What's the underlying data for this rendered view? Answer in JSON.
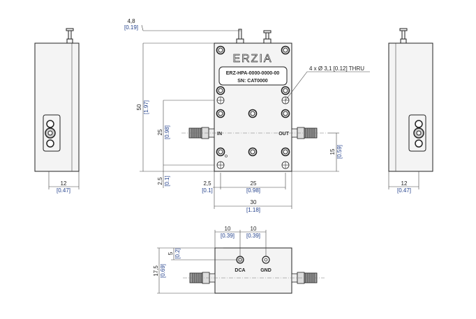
{
  "brand": "ERZIA",
  "label_plate": {
    "part_number": "ERZ-HPA-0000-0000-00",
    "serial": "SN: CAT0000"
  },
  "ports": {
    "input": "IN",
    "output": "OUT",
    "dc": "DCA",
    "ground": "GND"
  },
  "callouts": {
    "holes": "4 x Ø 3,1 [0.12] THRU"
  },
  "dimensions": {
    "conn_height": {
      "mm": "4,8",
      "in": "[0.19]"
    },
    "height": {
      "mm": "50",
      "in": "[1.97]"
    },
    "hole_span_v": {
      "mm": "25",
      "in": "[0.98]"
    },
    "bottom_offset": {
      "mm": "2,5",
      "in": "[0.1]"
    },
    "left_offset": {
      "mm": "2,5",
      "in": "[0.1]"
    },
    "hole_span_h": {
      "mm": "25",
      "in": "[0.98]"
    },
    "width": {
      "mm": "30",
      "in": "[1.18]"
    },
    "rf_height": {
      "mm": "15",
      "in": "[0.59]"
    },
    "side_left_width": {
      "mm": "12",
      "in": "[0.47]"
    },
    "side_right_width": {
      "mm": "12",
      "in": "[0.47]"
    },
    "dc_pitch_1": {
      "mm": "10",
      "in": "[0.39]"
    },
    "dc_pitch_2": {
      "mm": "10",
      "in": "[0.39]"
    },
    "dc_offset": {
      "mm": "5",
      "in": "[0.2]"
    },
    "thickness": {
      "mm": "17,5",
      "in": "[0.69]"
    }
  }
}
